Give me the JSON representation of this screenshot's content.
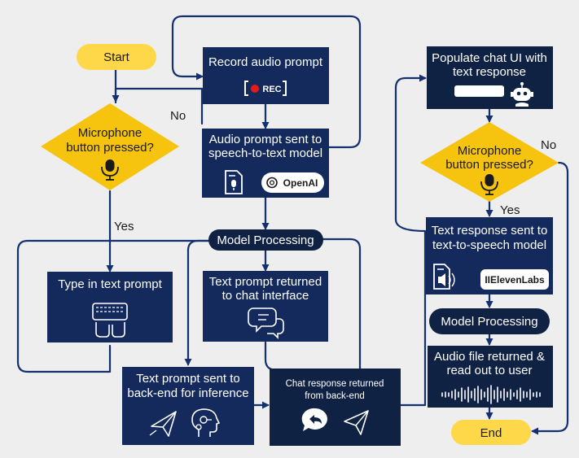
{
  "colors": {
    "box": "#152a5c",
    "dark_box": "#0f2243",
    "pill": "#0f2243",
    "terminal": "#ffd84a",
    "decision": "#f6c30e",
    "connector": "#15306e",
    "background": "#eeeeef"
  },
  "nodes": {
    "start": {
      "label": "Start"
    },
    "mic1": {
      "line1": "Microphone",
      "line2": "button pressed?",
      "icon": "microphone-icon"
    },
    "record": {
      "label": "Record audio prompt",
      "rec_label": "REC"
    },
    "stt": {
      "line1": "Audio prompt sent to",
      "line2": "speech-to-text model",
      "brand": "OpenAI",
      "icon": "audio-file-icon"
    },
    "model1": {
      "label": "Model Processing"
    },
    "type": {
      "label": "Type in text prompt",
      "icon": "keyboard-typing-icon"
    },
    "returned": {
      "line1": "Text prompt returned",
      "line2": "to chat interface",
      "icon": "chat-bubbles-icon"
    },
    "backend": {
      "line1": "Text prompt sent to",
      "line2": "back-end for inference",
      "icons": [
        "paper-plane-icon",
        "ai-head-icon"
      ]
    },
    "chatresp": {
      "line1": "Chat response returned",
      "line2": "from back-end",
      "icons": [
        "reply-bubble-icon",
        "paper-plane-icon"
      ]
    },
    "populate": {
      "line1": "Populate chat UI with",
      "line2": "text response",
      "icon": "chatbot-icon"
    },
    "mic2": {
      "line1": "Microphone",
      "line2": "button pressed?",
      "icon": "microphone-icon"
    },
    "tts": {
      "line1": "Text response sent to",
      "line2": "text-to-speech model",
      "brand": "IIElevenLabs",
      "icon": "speaker-file-icon"
    },
    "model2": {
      "label": "Model Processing"
    },
    "audio": {
      "line1": "Audio file returned &",
      "line2": "read out to user",
      "icon": "waveform-icon"
    },
    "end": {
      "label": "End"
    }
  },
  "edges": {
    "no1": "No",
    "yes1": "Yes",
    "no2": "No",
    "yes2": "Yes"
  }
}
